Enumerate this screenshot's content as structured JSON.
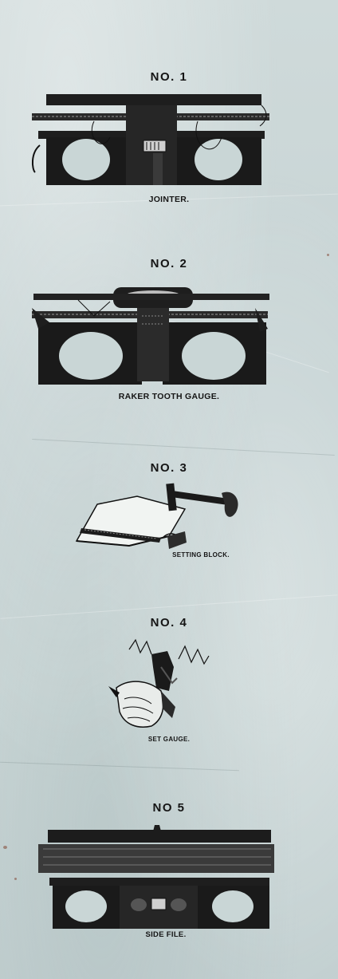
{
  "figures": [
    {
      "number_label": "NO. 1",
      "caption": "JOINTER.",
      "icon": "jointer-tool-illustration"
    },
    {
      "number_label": "NO. 2",
      "caption": "RAKER TOOTH GAUGE.",
      "icon": "raker-tooth-gauge-illustration"
    },
    {
      "number_label": "NO. 3",
      "caption": "SETTING BLOCK.",
      "icon": "setting-block-hammer-illustration"
    },
    {
      "number_label": "NO. 4",
      "caption": "SET GAUGE.",
      "icon": "set-gauge-hand-illustration"
    },
    {
      "number_label": "NO 5",
      "caption": "SIDE FILE.",
      "icon": "side-file-tool-illustration"
    }
  ],
  "colors": {
    "paper": "#c9d6d6",
    "ink": "#151515"
  }
}
